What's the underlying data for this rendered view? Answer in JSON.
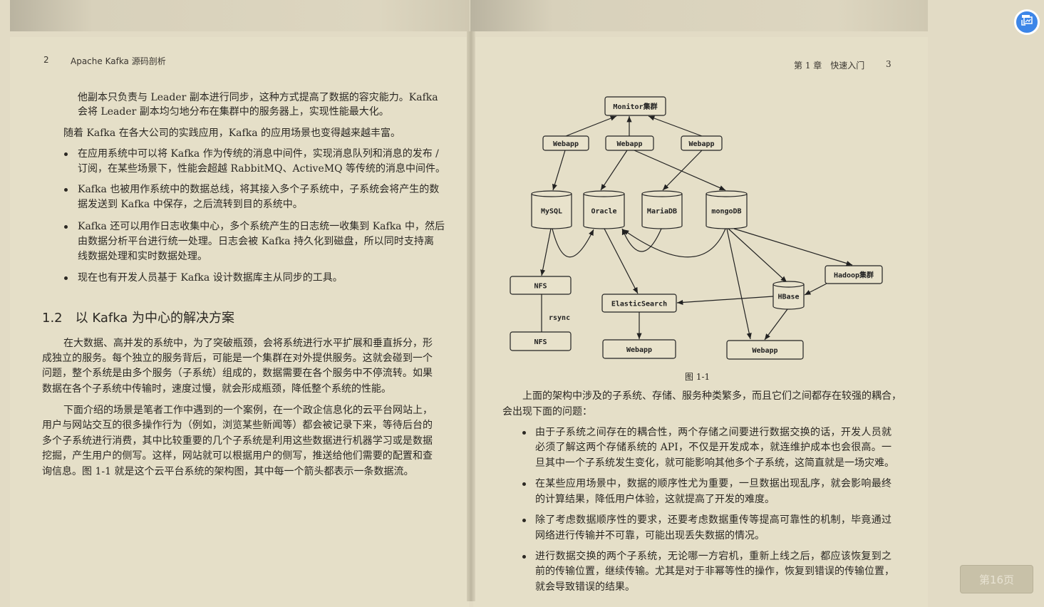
{
  "left_page": {
    "page_number": "2",
    "running_head": "Apache Kafka 源码剖析",
    "lines": [
      "他副本只负责与 Leader 副本进行同步，这种方式提高了数据的容灾能力。Kafka",
      "会将 Leader 副本均匀地分布在集群中的服务器上，实现性能最大化。",
      "随着 Kafka 在各大公司的实践应用，Kafka 的应用场景也变得越来越丰富。",
      "在应用系统中可以将 Kafka 作为传统的消息中间件，实现消息队列和消息的发布 /",
      "订阅，在某些场景下，性能会超越 RabbitMQ、ActiveMQ 等传统的消息中间件。",
      "Kafka 也被用作系统中的数据总线，将其接入多个子系统中，子系统会将产生的数",
      "据发送到 Kafka 中保存，之后流转到目的系统中。",
      "Kafka 还可以用作日志收集中心，多个系统产生的日志统一收集到 Kafka 中，然后",
      "由数据分析平台进行统一处理。日志会被 Kafka 持久化到磁盘，所以同时支持离",
      "线数据处理和实时数据处理。",
      "现在也有开发人员基于 Kafka 设计数据库主从同步的工具。",
      "在大数据、高并发的系统中，为了突破瓶颈，会将系统进行水平扩展和垂直拆分，形",
      "成独立的服务。每个独立的服务背后，可能是一个集群在对外提供服务。这就会碰到一个",
      "问题，整个系统是由多个服务（子系统）组成的，数据需要在各个服务中不停流转。如果",
      "数据在各个子系统中传输时，速度过慢，就会形成瓶颈，降低整个系统的性能。",
      "下面介绍的场景是笔者工作中遇到的一个案例，在一个政企信息化的云平台网站上，",
      "用户与网站交互的很多操作行为（例如，浏览某些新闻等）都会被记录下来，等待后台的",
      "多个子系统进行消费，其中比较重要的几个子系统是利用这些数据进行机器学习或是数据",
      "挖掘，产生用户的侧写。这样，网站就可以根据用户的侧写，推送给他们需要的配置和查",
      "询信息。图 1-1 就是这个云平台系统的架构图，其中每一个箭头都表示一条数据流。"
    ],
    "section_heading": "1.2　以 Kafka 为中心的解决方案"
  },
  "right_page": {
    "running_head": "第 1 章　快速入门",
    "page_number": "3",
    "figure": {
      "caption": "图 1-1",
      "nodes": {
        "monitor": "Monitor集群",
        "webapp": "Webapp",
        "mysql": "MySQL",
        "oracle": "Oracle",
        "mariadb": "MariaDB",
        "mongodb": "mongoDB",
        "nfs": "NFS",
        "rsync": "rsync",
        "elasticsearch": "ElasticSearch",
        "hbase": "HBase",
        "hadoop": "Hadoop集群"
      }
    },
    "lines": [
      "上面的架构中涉及的子系统、存储、服务种类繁多，而且它们之间都存在较强的耦合，",
      "会出现下面的问题：",
      "由于子系统之间存在的耦合性，两个存储之间要进行数据交换的话，开发人员就",
      "必须了解这两个存储系统的 API，不仅是开发成本，就连维护成本也会很高。一",
      "旦其中一个子系统发生变化，就可能影响其他多个子系统，这简直就是一场灾难。",
      "在某些应用场景中，数据的顺序性尤为重要，一旦数据出现乱序，就会影响最终",
      "的计算结果，降低用户体验，这就提高了开发的难度。",
      "除了考虑数据顺序性的要求，还要考虑数据重传等提高可靠性的机制，毕竟通过",
      "网络进行传输并不可靠，可能出现丢失数据的情况。",
      "进行数据交换的两个子系统，无论哪一方宕机，重新上线之后，都应该恢复到之",
      "前的传输位置，继续传输。尤其是对于非幂等性的操作，恢复到错误的传输位置，",
      "就会导致错误的结果。"
    ]
  },
  "viewer": {
    "page_indicator": "第16页",
    "image_mode_icon": "image-switch-icon",
    "accent": "#3d86e8"
  }
}
